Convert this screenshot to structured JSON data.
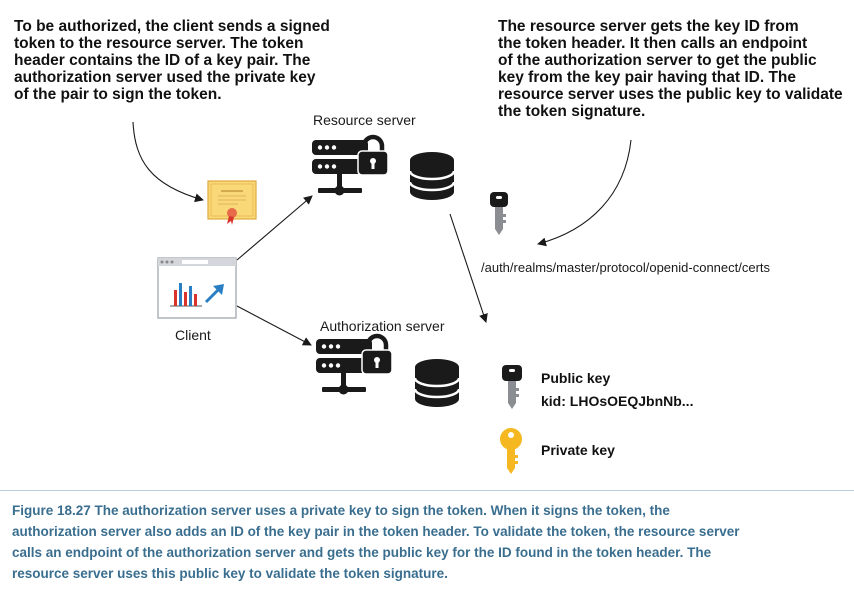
{
  "annotations": {
    "left": [
      "To be authorized, the client sends a signed",
      "token to the resource server. The token",
      "header contains the ID of a key pair. The",
      "authorization server used the private key",
      "of the pair to sign the token."
    ],
    "right": [
      "The resource server gets the key ID from",
      "the token header. It then calls an endpoint",
      "of the authorization server to get the public",
      "key from the key pair having that ID. The",
      "resource server uses the public key to validate",
      "the token signature."
    ]
  },
  "nodes": {
    "resource_server": "Resource server",
    "authorization_server": "Authorization server",
    "client": "Client"
  },
  "endpoint": "/auth/realms/master/protocol/openid-connect/certs",
  "keys": {
    "public_title": "Public key",
    "public_kid": "kid: LHOsOEQJbnNb...",
    "private_title": "Private key"
  },
  "caption": [
    "Figure 18.27   The authorization server uses a private key to sign the token. When it signs the token, the",
    "authorization server also adds an ID of the key pair in the token header. To validate the token, the resource server",
    "calls an endpoint of the authorization server and gets the public key for the ID found in the token header. The",
    "resource server uses this public key to validate the token signature."
  ],
  "colors": {
    "icon_dark": "#1a1a1a",
    "key_grey": "#8a8d91",
    "key_gold": "#f5b820",
    "caption_blue": "#3a6e8f",
    "cert_fill": "#f9d977",
    "chart_red": "#d9342b",
    "chart_blue": "#2a7fc4"
  },
  "icons": [
    "server-lock-icon",
    "database-icon",
    "token-certificate-icon",
    "browser-chart-icon",
    "public-key-icon",
    "private-key-icon"
  ]
}
